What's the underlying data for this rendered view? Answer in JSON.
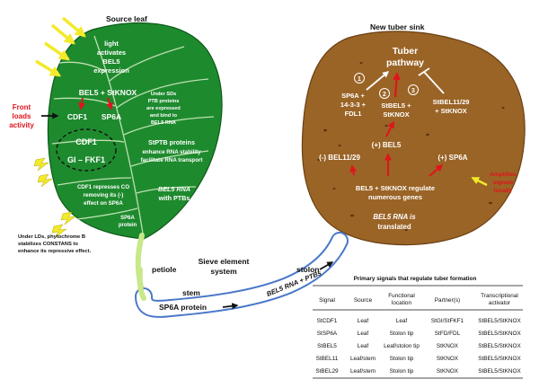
{
  "leaf": {
    "title": "Source leaf",
    "light_1": "light",
    "light_2": "activates",
    "light_3": "BEL5",
    "light_4": "expression",
    "bel5_stknox": "BEL5 + StKNOX",
    "cdf1_top": "CDF1",
    "sp6a_leaf": "SP6A",
    "front_1": "Front",
    "front_2": "loads",
    "front_3": "activity",
    "cdf1_circle": "CDF1",
    "gi_fkf1": "GI – FKF1",
    "sd_1": "Under SDs",
    "sd_2": "PTB proteins",
    "sd_3": "are expressed",
    "sd_4": "and bind to",
    "sd_5": "BEL5 RNA",
    "ptb_1": "StPTB proteins",
    "ptb_2": "enhance RNA stability",
    "ptb_3": "facilitate RNA transport",
    "cdf_rep_1": "CDF1 represses CO",
    "cdf_rep_2": "removing its (-)",
    "cdf_rep_3": "effect on SP6A",
    "bel5rna_1": "BEL5 RNA",
    "bel5rna_2": "with PTBs",
    "sp6a_prot_1": "SP6A",
    "sp6a_prot_2": "protein",
    "ld_1": "Under LDs, phytochrome B",
    "ld_2": "stabilizes CONSTANS to",
    "ld_3": "enhance its repressive effect."
  },
  "tuber": {
    "title": "New tuber sink",
    "pathway_1": "Tuber",
    "pathway_2": "pathway",
    "num1": "1",
    "num2": "2",
    "num3": "3",
    "p1_1": "SP6A +",
    "p1_2": "14-3-3 +",
    "p1_3": "FDL1",
    "p2_1": "StBEL5 +",
    "p2_2": "StKNOX",
    "p3_1": "StBEL11/29",
    "p3_2": "+ StKNOX",
    "plus_bel5": "(+) BEL5",
    "minus_bel": "(-) BEL11/29",
    "plus_sp6a": "(+) SP6A",
    "reg_1": "BEL5 + StKNOX regulate",
    "reg_2": "numerous genes",
    "trans_1": "BEL5 RNA is",
    "trans_2": "translated",
    "amp_1": "Amplifies",
    "amp_2": "signals",
    "amp_3": "locally"
  },
  "transport": {
    "petiole": "petiole",
    "stem": "stem",
    "stolon": "stolon",
    "sieve_1": "Sieve element",
    "sieve_2": "system",
    "bel5_ptbs": "BEL5 RNA + PTBs",
    "sp6a_protein": "SP6A protein"
  },
  "table": {
    "title": "Primary signals that regulate tuber formation",
    "headers": {
      "signal": "Signal",
      "source": "Source",
      "functional_1": "Functional",
      "functional_2": "location",
      "partners": "Partner(s)",
      "trans_1": "Transcriptional",
      "trans_2": "activator"
    },
    "rows": [
      {
        "signal": "StCDF1",
        "source": "Leaf",
        "location": "Leaf",
        "partners": "StGI/StFKF1",
        "activator": "StBEL5/StKNOX"
      },
      {
        "signal": "StSP6A",
        "source": "Leaf",
        "location": "Stolon tip",
        "partners": "StFD/FDL",
        "activator": "StBEL5/StKNOX"
      },
      {
        "signal": "StBEL5",
        "source": "Leaf",
        "location": "Leaf/stolon tip",
        "partners": "StKNOX",
        "activator": "StBEL5/StKNOX"
      },
      {
        "signal": "StBEL11",
        "source": "Leaf/stem",
        "location": "Stolon tip",
        "partners": "StKNOX",
        "activator": "StBEL5/StKNOX"
      },
      {
        "signal": "StBEL29",
        "source": "Leaf/stem",
        "location": "Stolon tip",
        "partners": "StKNOX",
        "activator": "StBEL5/StKNOX"
      }
    ]
  },
  "colors": {
    "leaf_green": "#1e8a2e",
    "tuber_brown": "#9a6426",
    "tube_blue": "#4a78c8",
    "petiole_green": "#c8e88a",
    "alert_red": "#e0141b",
    "light_yellow": "#f2ea2a"
  }
}
